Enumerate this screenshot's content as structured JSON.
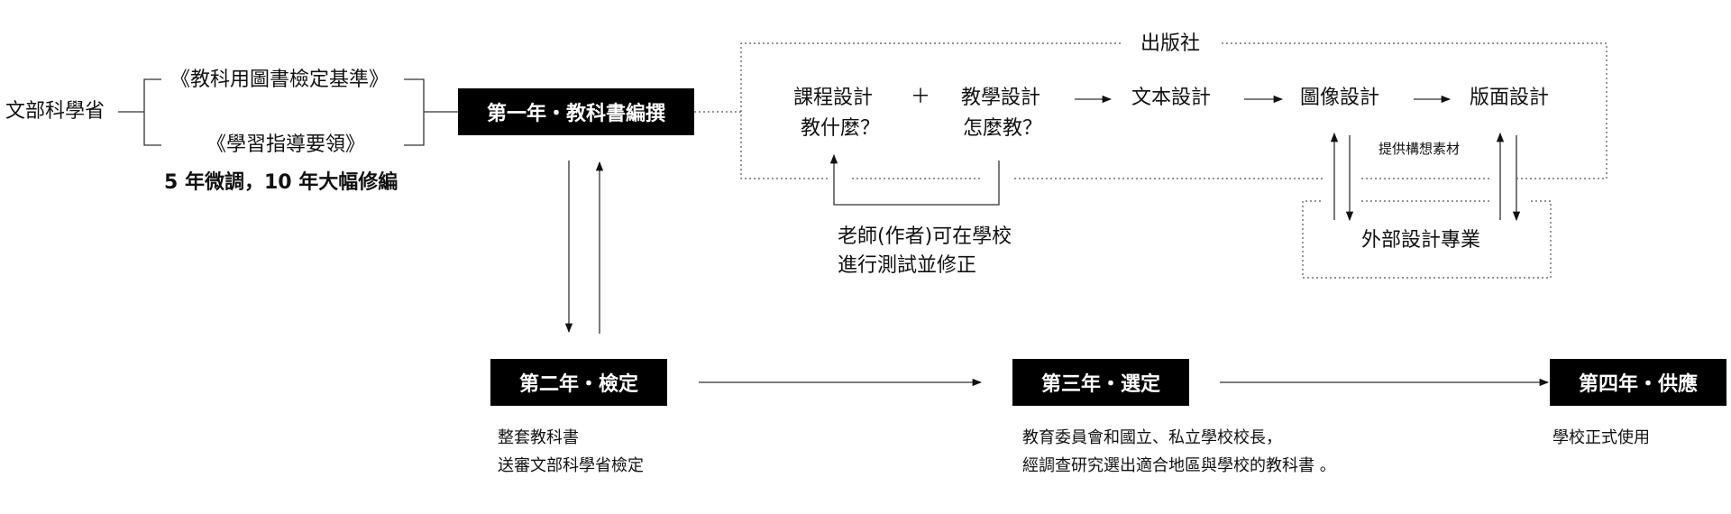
{
  "ministry": "文部科學省",
  "standard_1": "《教科用圖書檢定基準》",
  "standard_2": "《學習指導要領》",
  "revision_cycle": "5 年微調，10 年大幅修編",
  "year1": "第一年・教科書編撰",
  "year2": "第二年・檢定",
  "year3": "第三年・選定",
  "year4": "第四年・供應",
  "publisher": "出版社",
  "curriculum_design_1": "課程設計",
  "curriculum_design_2": "教什麼？",
  "plus_sign": "＋",
  "teaching_design_1": "教學設計",
  "teaching_design_2": "怎麼教？",
  "text_design": "文本設計",
  "image_design": "圖像設計",
  "layout_design": "版面設計",
  "provide_materials": "提供構想素材",
  "external_design": "外部設計專業",
  "teacher_test_1": "老師(作者)可在學校",
  "teacher_test_2": "進行測試並修正",
  "year2_desc_1": "整套教科書",
  "year2_desc_2": "送審文部科學省檢定",
  "year3_desc_1": "教育委員會和國立、私立學校校長，",
  "year3_desc_2": "經調查研究選出適合地區與學校的教科書 。",
  "year4_desc": "學校正式使用"
}
